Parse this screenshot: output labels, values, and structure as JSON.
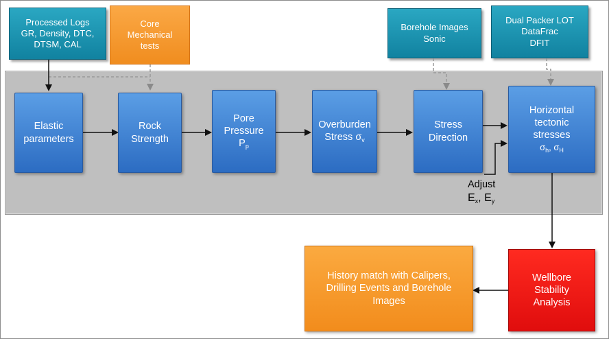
{
  "inputs": {
    "processed_logs": [
      "Processed Logs",
      "GR, Density, DTC,",
      "DTSM, CAL"
    ],
    "core_tests": [
      "Core",
      "Mechanical",
      "tests"
    ],
    "borehole_images": [
      "Borehole Images",
      "Sonic"
    ],
    "packer_tests": [
      "Dual Packer LOT",
      "DataFrac",
      "DFIT"
    ]
  },
  "steps": {
    "elastic": [
      "Elastic",
      "parameters"
    ],
    "rock_strength": [
      "Rock",
      "Strength"
    ],
    "pore_pressure": [
      "Pore",
      "Pressure"
    ],
    "pore_pressure_symbol": "P",
    "pore_pressure_sub": "p",
    "overburden": "Overburden",
    "overburden_stress": "Stress",
    "overburden_symbol": "σ",
    "overburden_sub": "v",
    "stress_direction": [
      "Stress",
      "Direction"
    ],
    "horizontal": [
      "Horizontal",
      "tectonic",
      "stresses"
    ],
    "sigma": "σ",
    "sigma_h_sub": "h",
    "sigma_H_sub": "H",
    "separator": ", "
  },
  "adjust": {
    "label": "Adjust",
    "e": "E",
    "ex_sub": "x",
    "ey_sub": "y",
    "separator": ", "
  },
  "outputs": {
    "wellbore": [
      "Wellbore",
      "Stability",
      "Analysis"
    ],
    "history_match": [
      "History match with Calipers,",
      "Drilling Events and Borehole",
      "Images"
    ]
  },
  "colors": {
    "teal": "#1b95b3",
    "orange": "#f59a2c",
    "blue": "#3f82d3",
    "red": "#f01818",
    "band": "#bfbfbf"
  }
}
